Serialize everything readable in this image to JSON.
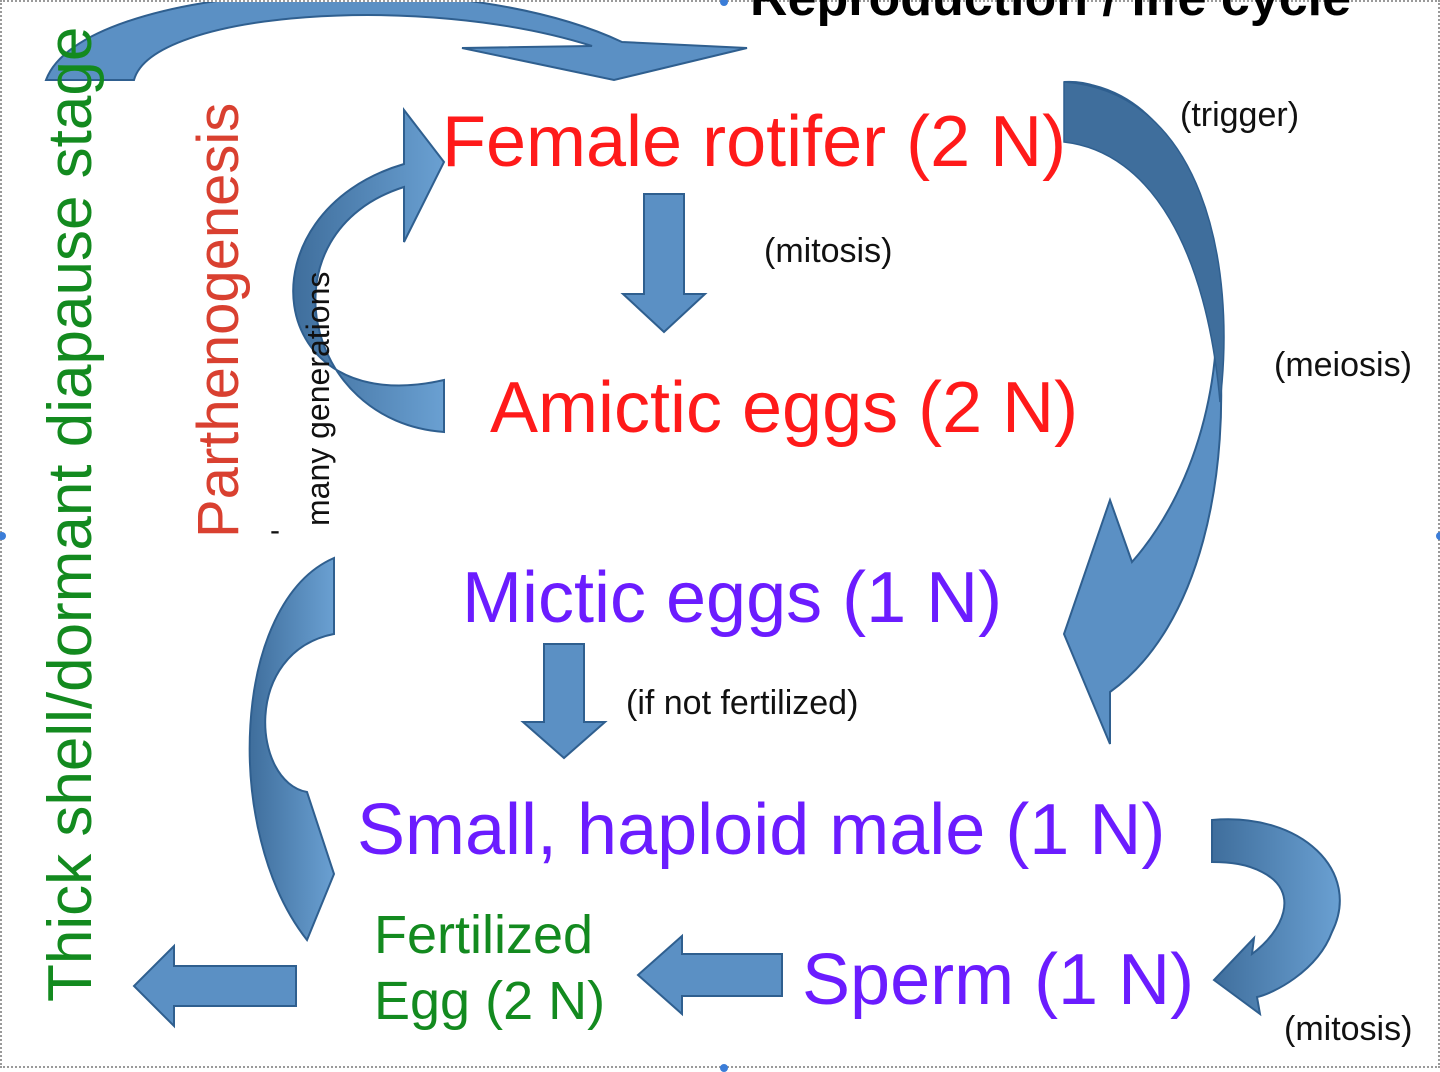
{
  "title": "Reproduction / life cycle",
  "nodes": {
    "female": "Female rotifer (2 N)",
    "amictic": "Amictic eggs (2 N)",
    "mictic": "Mictic eggs (1 N)",
    "male": "Small, haploid male (1 N)",
    "sperm": "Sperm (1 N)",
    "fertilized_line1": "Fertilized",
    "fertilized_line2": "Egg (2 N)"
  },
  "annotations": {
    "trigger": "(trigger)",
    "mitosis_top": "(mitosis)",
    "meiosis": "(meiosis)",
    "if_not_fertilized": "(if not fertilized)",
    "mitosis_bottom": "(mitosis)"
  },
  "side_labels": {
    "diapause": "Thick shell/dormant diapause stage",
    "parthenogenesis": "Parthenogenesis",
    "generations": "many generations",
    "dash": "-"
  },
  "colors": {
    "diploid_text": "#ff1a1a",
    "haploid_text": "#6b1cff",
    "zygote_text": "#138a1f",
    "parthenogenesis_text": "#d94030",
    "arrow_fill": "#5b90c4",
    "arrow_stroke": "#2f5f8f",
    "arrow_dark": "#3f6e9c"
  }
}
